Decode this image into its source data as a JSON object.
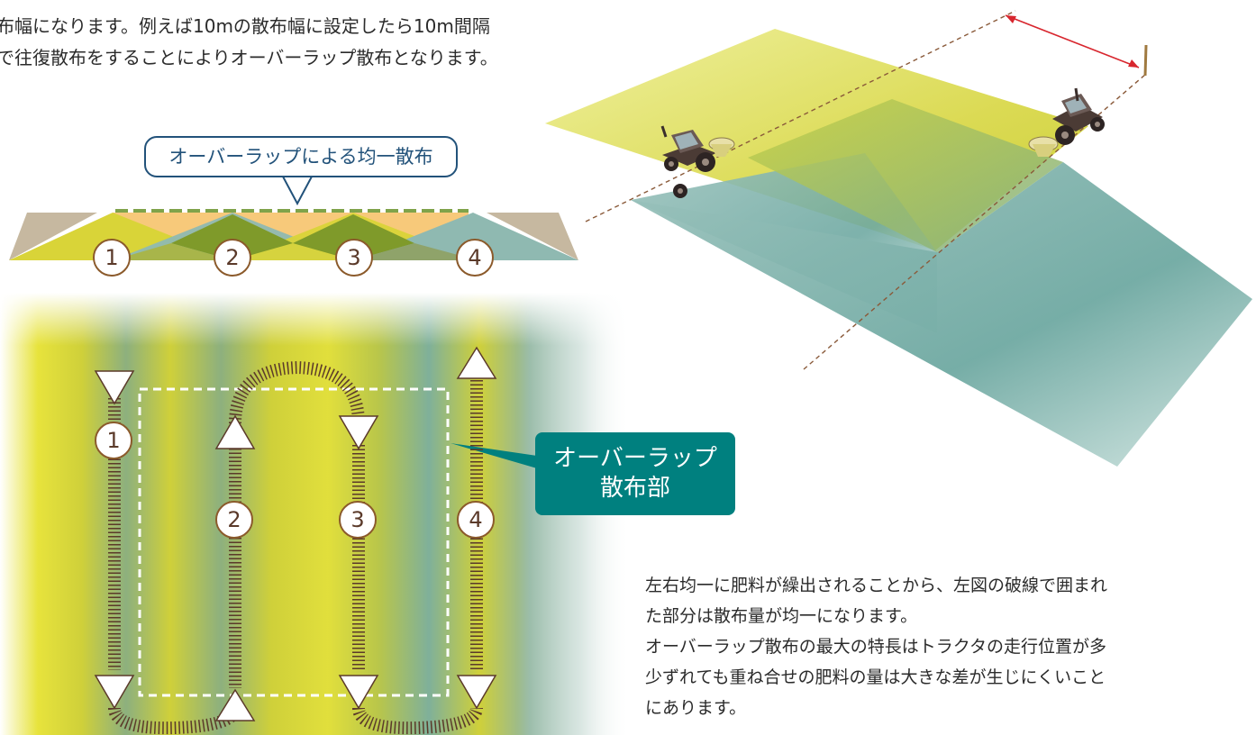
{
  "intro": {
    "line1": "布幅になります。例えば10mの散布幅に設定したら10m間隔",
    "line2": "で往復散布をすることによりオーバーラップ散布となります。"
  },
  "callout": {
    "text": "オーバーラップによる均一散布"
  },
  "cross_section": {
    "passes": [
      "1",
      "2",
      "3",
      "4"
    ]
  },
  "field": {
    "passes": [
      "1",
      "2",
      "3",
      "4"
    ],
    "overlap_label_line1": "オーバーラップ",
    "overlap_label_line2": "散布部"
  },
  "description": {
    "line1": "左右均一に肥料が繰出されることから、左図の破線で囲まれ",
    "line2": "た部分は散布量が均一になります。",
    "line3": "オーバーラップ散布の最大の特長はトラクタの走行位置が多",
    "line4": "少ずれても重ね合せの肥料の量は大きな差が生じにくいこと",
    "line5": "にあります。"
  },
  "colors": {
    "yellow_spread": "#d9d438",
    "teal_spread": "#7fb3ad",
    "overlap_orange": "#f7c97a",
    "ground_tan": "#c6b8a0",
    "dark_green": "#7f9a2a",
    "callout_blue": "#22527a",
    "label_teal": "#00807f",
    "track_brown": "#5b3a2a",
    "number_circle": "#8b5a2b"
  }
}
